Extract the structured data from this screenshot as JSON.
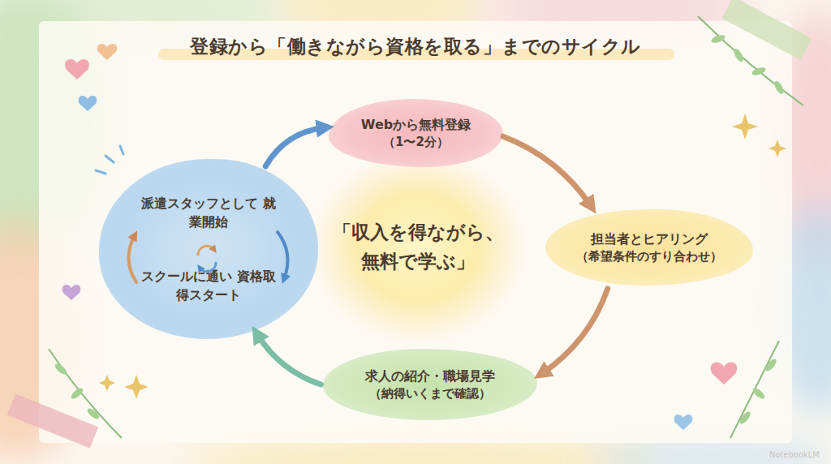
{
  "diagram": {
    "title": "登録から「働きながら資格を取る」までのサイクル",
    "nodes": [
      {
        "text": [
          "Webから無料登録",
          "（1〜2分）"
        ]
      },
      {
        "text": [
          "担当者とヒアリング",
          "（希望条件のすり合わせ）"
        ]
      },
      {
        "text": [
          "求人の紹介・職場見学",
          "（納得いくまで確認）"
        ]
      },
      {
        "text": [
          "派遣スタッフとして 就業開始",
          "スクールに通い 資格取得スタート"
        ]
      },
      {
        "text": [
          "「収入を得ながら、 無料で学ぶ」"
        ]
      }
    ],
    "edges": [
      {
        "from": 0,
        "to": 1,
        "arrow": "to"
      },
      {
        "from": 1,
        "to": 2,
        "arrow": "to"
      },
      {
        "from": 2,
        "to": 3,
        "arrow": "to"
      },
      {
        "from": 3,
        "to": 0,
        "arrow": "to"
      }
    ],
    "labels": [
      "NotebookLM"
    ]
  }
}
